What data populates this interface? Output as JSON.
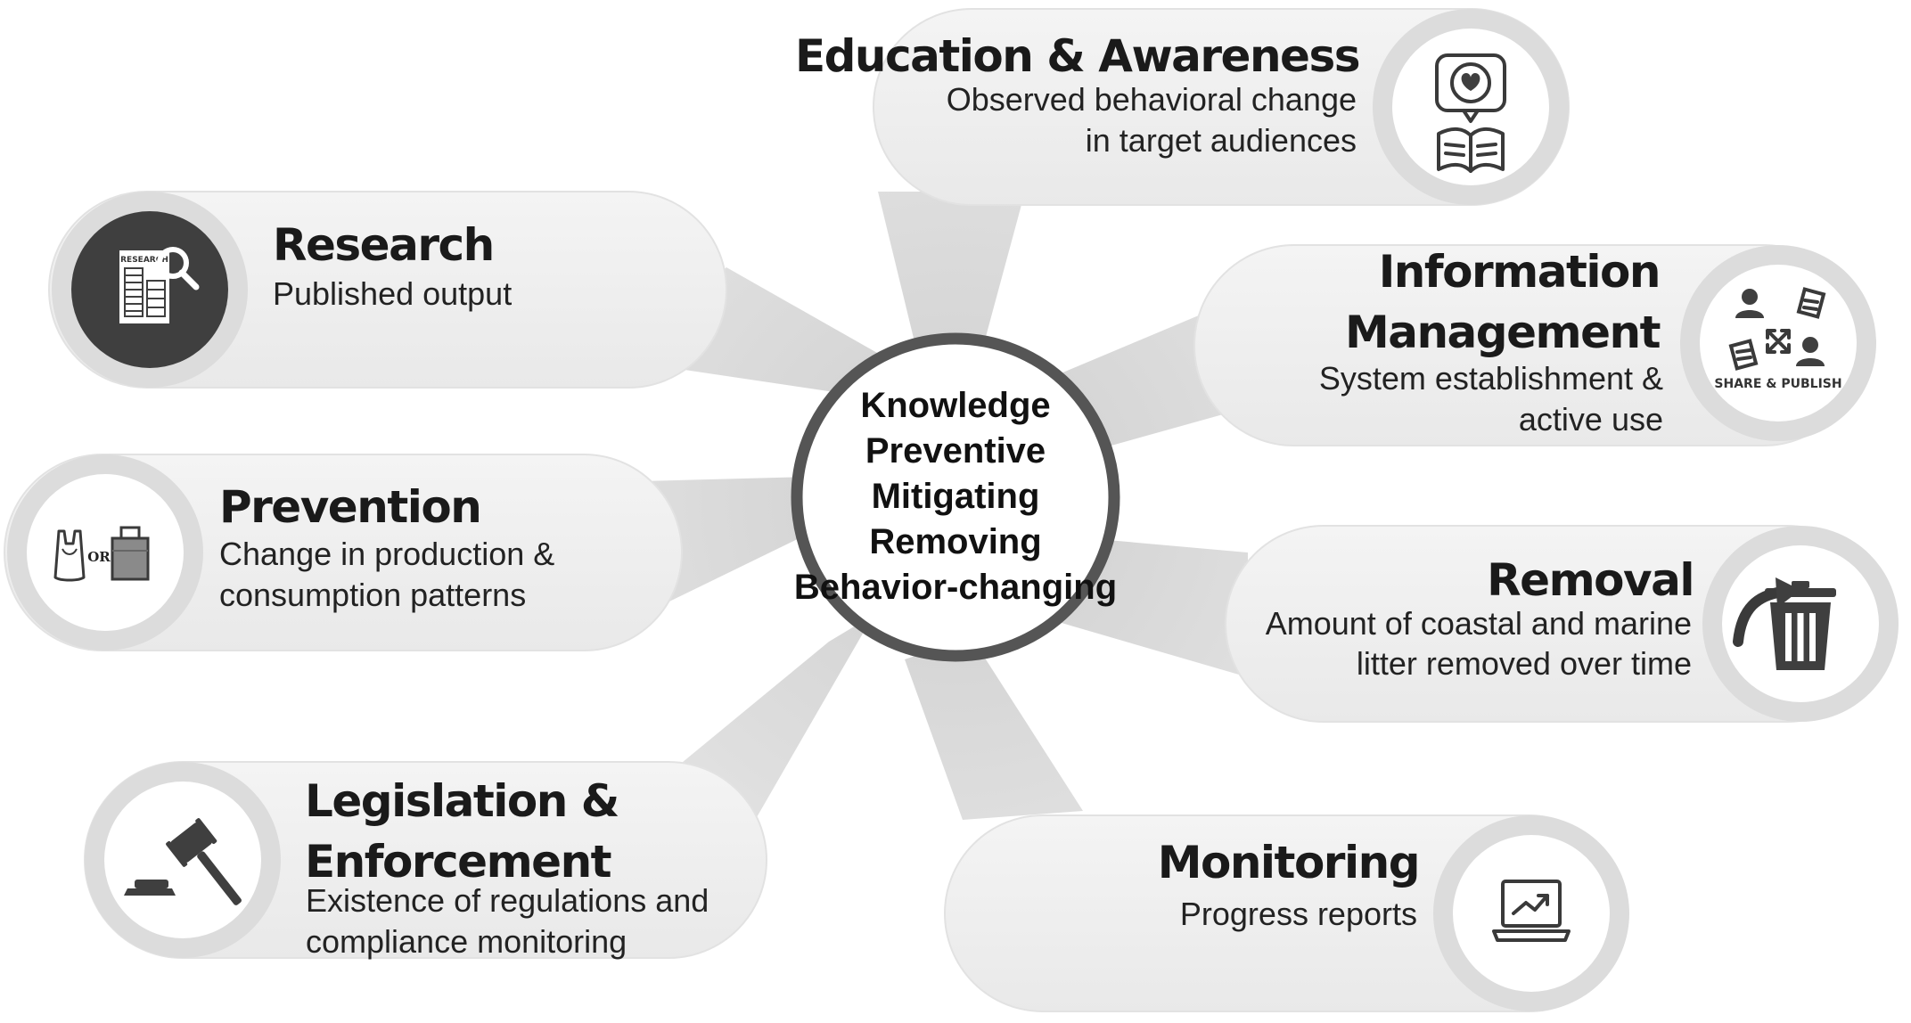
{
  "hub": {
    "lines": [
      "Knowledge",
      "Preventive",
      "Mitigating",
      "Removing",
      "Behavior-changing"
    ]
  },
  "nodes": {
    "education": {
      "title": [
        "Education & Awareness"
      ],
      "description": [
        "Observed behavioral change",
        "in target audiences"
      ],
      "icon": "globe-heart-book-icon"
    },
    "information": {
      "title": [
        "Information",
        "Management"
      ],
      "description": [
        "System establishment &",
        "active use"
      ],
      "icon": "share-publish-icon",
      "icon_text": "SHARE & PUBLISH"
    },
    "removal": {
      "title": [
        "Removal"
      ],
      "description": [
        "Amount of coastal and marine",
        "litter removed over time"
      ],
      "icon": "trash-bin-icon"
    },
    "monitoring": {
      "title": [
        "Monitoring"
      ],
      "description": [
        "Progress reports"
      ],
      "icon": "laptop-chart-icon"
    },
    "research": {
      "title": [
        "Research"
      ],
      "description": [
        "Published output"
      ],
      "icon": "research-document-icon",
      "icon_text": "RESEARCH"
    },
    "prevention": {
      "title": [
        "Prevention"
      ],
      "description": [
        "Change in production &",
        "consumption patterns"
      ],
      "icon": "bag-choice-icon",
      "icon_text": "OR"
    },
    "legislation": {
      "title": [
        "Legislation &",
        "Enforcement"
      ],
      "description": [
        "Existence of regulations and",
        "compliance monitoring"
      ],
      "icon": "gavel-icon"
    }
  },
  "colors": {
    "pill": "#efefef",
    "pill_edge": "#e4e4e4",
    "icon_ring": "#dcdcdc",
    "hub_ring": "#555555",
    "dark_icon": "#3f3f3f"
  }
}
